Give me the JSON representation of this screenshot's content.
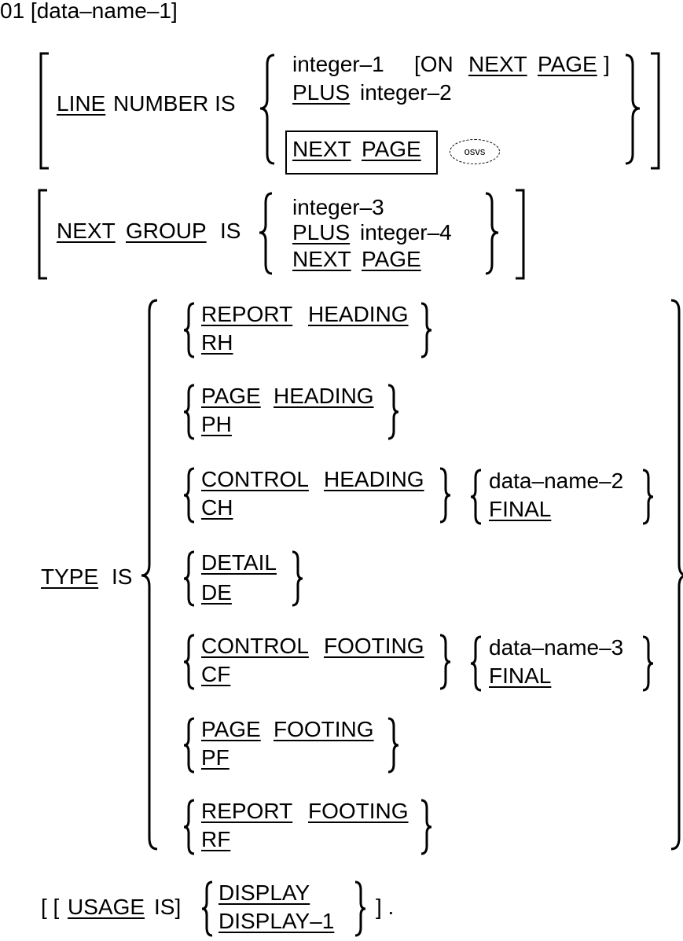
{
  "header": {
    "entry": "01 [data–name–1]"
  },
  "line_number": {
    "kw1": "LINE",
    "kw2": "NUMBER IS",
    "integer1": "integer–1",
    "on_open": "[ON",
    "on_next": "NEXT",
    "on_page": "PAGE",
    "on_close": "]",
    "plus": "PLUS",
    "integer2": "integer–2",
    "next": "NEXT",
    "page": "PAGE",
    "osvs": "osvs"
  },
  "next_group": {
    "kw1": "NEXT",
    "kw2": "GROUP",
    "is": "IS",
    "integer3": "integer–3",
    "plus": "PLUS",
    "integer4": "integer–4",
    "next": "NEXT",
    "page": "PAGE"
  },
  "type": {
    "kw": "TYPE",
    "is": "IS",
    "report_heading": {
      "w1": "REPORT",
      "w2": "HEADING",
      "abbr": "RH"
    },
    "page_heading": {
      "w1": "PAGE",
      "w2": "HEADING",
      "abbr": "PH"
    },
    "control_heading": {
      "w1": "CONTROL",
      "w2": "HEADING",
      "abbr": "CH",
      "opt1": "data–name–2",
      "opt2": "FINAL"
    },
    "detail": {
      "w1": "DETAIL",
      "abbr": "DE"
    },
    "control_footing": {
      "w1": "CONTROL",
      "w2": "FOOTING",
      "abbr": "CF",
      "opt1": "data–name–3",
      "opt2": "FINAL"
    },
    "page_footing": {
      "w1": "PAGE",
      "w2": "FOOTING",
      "abbr": "PF"
    },
    "report_footing": {
      "w1": "REPORT",
      "w2": "FOOTING",
      "abbr": "RF"
    }
  },
  "usage": {
    "open": "[ [",
    "kw": "USAGE",
    "is": "IS]",
    "opt1": "DISPLAY",
    "opt2": "DISPLAY–1",
    "close": "] ."
  }
}
